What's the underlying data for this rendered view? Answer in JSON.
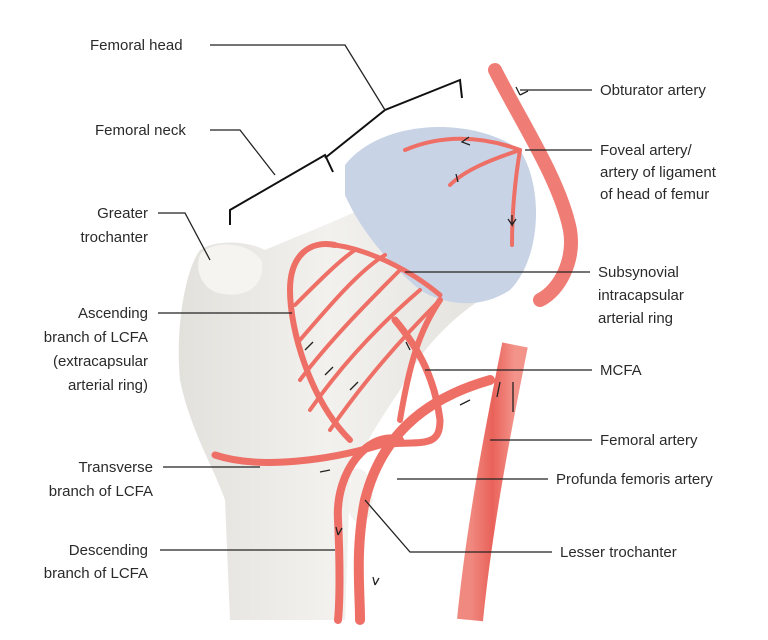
{
  "title": "Blood supply of the femoral head",
  "colors": {
    "artery": "#ee6f66",
    "artery_dark": "#d9544d",
    "bone": "#ecebe7",
    "head": "#c9d3e6",
    "text": "#2a2a2a"
  },
  "labels": {
    "femoral_head": "Femoral head",
    "femoral_neck": "Femoral neck",
    "greater_trochanter": [
      "Greater",
      "trochanter"
    ],
    "ascending_branch": [
      "Ascending",
      "branch of LCFA",
      "(extracapsular",
      "arterial ring)"
    ],
    "transverse_branch": [
      "Transverse",
      "branch of LCFA"
    ],
    "descending_branch": [
      "Descending",
      "branch of LCFA"
    ],
    "obturator_artery": "Obturator artery",
    "foveal_artery": [
      "Foveal artery/",
      "artery of ligament",
      "of head of femur"
    ],
    "subsynovial_ring": [
      "Subsynovial",
      "intracapsular",
      "arterial ring"
    ],
    "mcfa": "MCFA",
    "femoral_artery": "Femoral artery",
    "profunda_femoris": "Profunda femoris artery",
    "lesser_trochanter": "Lesser trochanter"
  }
}
